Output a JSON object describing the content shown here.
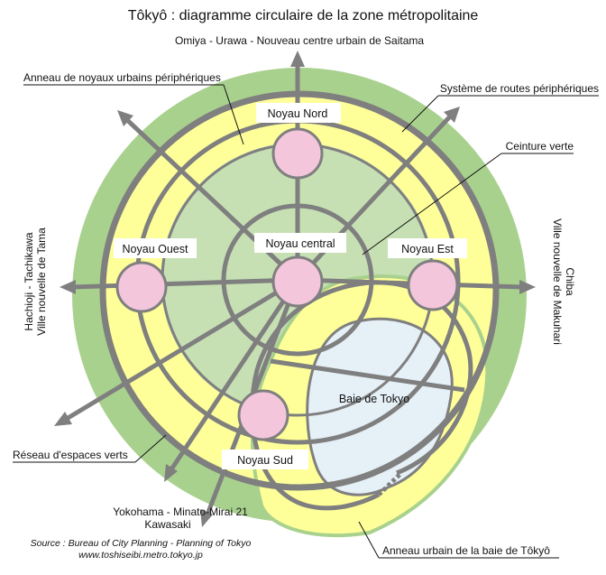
{
  "title": "Tôkyô : diagramme circulaire de la zone métropolitaine",
  "directions": {
    "north": "Omiya - Urawa - Nouveau centre urbain de Saitama",
    "west_line1": "Hachioji - Tachikawa",
    "west_line2": "Ville nouvelle de Tama",
    "east_line1": "Chiba",
    "east_line2": "Ville nouvelle de Makuhari",
    "south_line1": "Yokohama - Minato-Mirai 21",
    "south_line2": "Kawasaki"
  },
  "callouts": {
    "ring_cores": "Anneau de noyaux urbains périphériques",
    "ring_roads": "Système de routes périphériques",
    "green_belt": "Ceinture verte",
    "green_network": "Réseau d'espaces verts",
    "bay_ring": "Anneau urbain de la baie de Tôkyô"
  },
  "cores": {
    "north": "Noyau Nord",
    "central": "Noyau central",
    "west": "Noyau Ouest",
    "east": "Noyau Est",
    "south": "Noyau Sud"
  },
  "bay": "Baie de Tokyo",
  "source": {
    "line1": "Source : Bureau of City Planning - Planning of Tokyo",
    "line2": "www.toshiseibi.metro.tokyo.jp"
  },
  "colors": {
    "outer_green": "#a9d18e",
    "yellow_zone": "#ffff99",
    "green_belt": "#c6e0b4",
    "road": "#7f7f7f",
    "core": "#f4c6dc",
    "bay": "#e6f0f7"
  }
}
